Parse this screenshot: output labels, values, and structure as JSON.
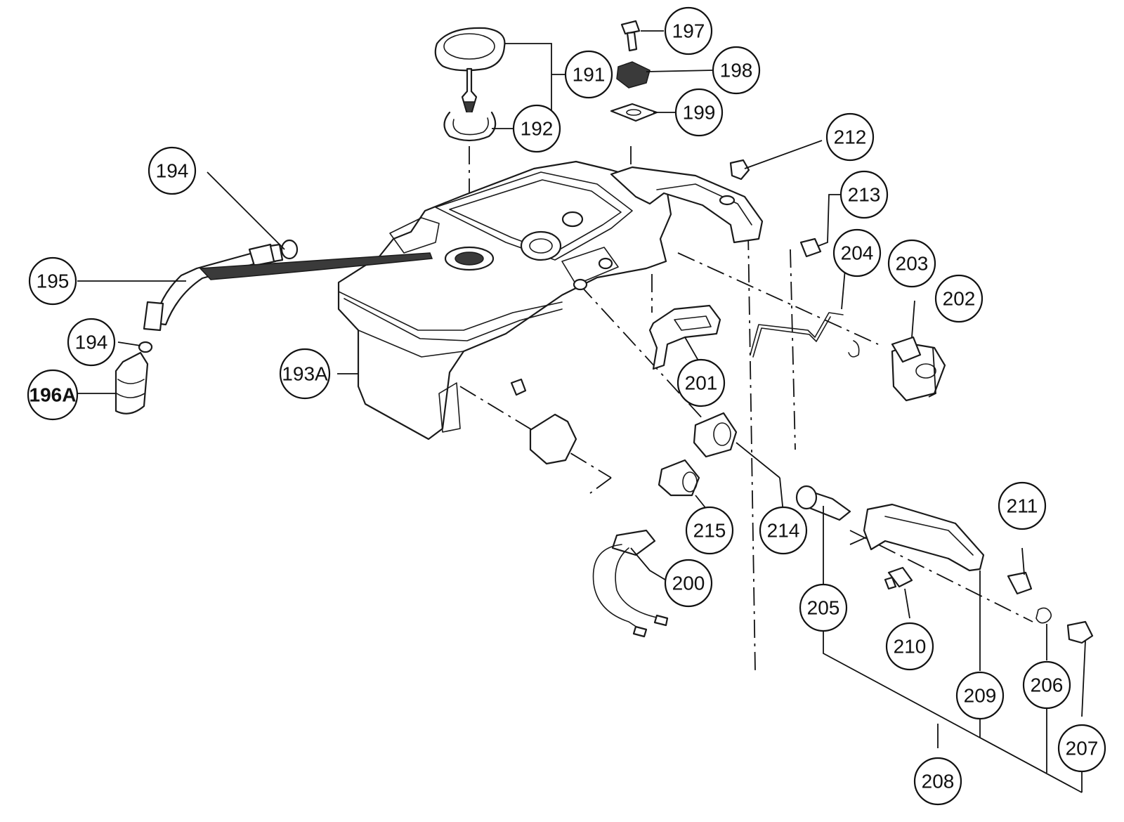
{
  "diagram": {
    "callouts": [
      {
        "id": "c191",
        "label": "191"
      },
      {
        "id": "c192",
        "label": "192"
      },
      {
        "id": "c193a",
        "label": "193A"
      },
      {
        "id": "c194a",
        "label": "194"
      },
      {
        "id": "c194b",
        "label": "194"
      },
      {
        "id": "c195",
        "label": "195"
      },
      {
        "id": "c196a",
        "label": "196A",
        "bold": true
      },
      {
        "id": "c197",
        "label": "197"
      },
      {
        "id": "c198",
        "label": "198"
      },
      {
        "id": "c199",
        "label": "199"
      },
      {
        "id": "c200",
        "label": "200"
      },
      {
        "id": "c201",
        "label": "201"
      },
      {
        "id": "c202",
        "label": "202"
      },
      {
        "id": "c203",
        "label": "203"
      },
      {
        "id": "c204",
        "label": "204"
      },
      {
        "id": "c205",
        "label": "205"
      },
      {
        "id": "c206",
        "label": "206"
      },
      {
        "id": "c207",
        "label": "207"
      },
      {
        "id": "c208",
        "label": "208"
      },
      {
        "id": "c209",
        "label": "209"
      },
      {
        "id": "c210",
        "label": "210"
      },
      {
        "id": "c211",
        "label": "211"
      },
      {
        "id": "c212",
        "label": "212"
      },
      {
        "id": "c213",
        "label": "213"
      },
      {
        "id": "c214",
        "label": "214"
      },
      {
        "id": "c215",
        "label": "215"
      }
    ]
  }
}
